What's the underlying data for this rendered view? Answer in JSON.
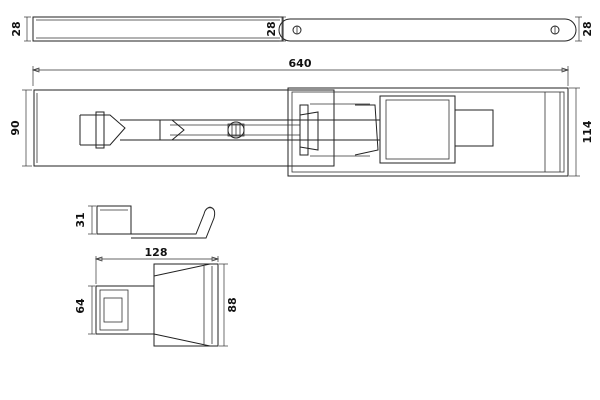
{
  "dimensions": {
    "top_bar_left_height": "28",
    "top_bar_mid_height": "28",
    "top_bar_right_height": "28",
    "total_length": "640",
    "main_body_height": "90",
    "frame_height": "114",
    "hook_height": "31",
    "latch_length": "128",
    "latch_inner_height": "64",
    "latch_outer_height": "88"
  },
  "colors": {
    "line": "#222222",
    "background": "#ffffff"
  }
}
